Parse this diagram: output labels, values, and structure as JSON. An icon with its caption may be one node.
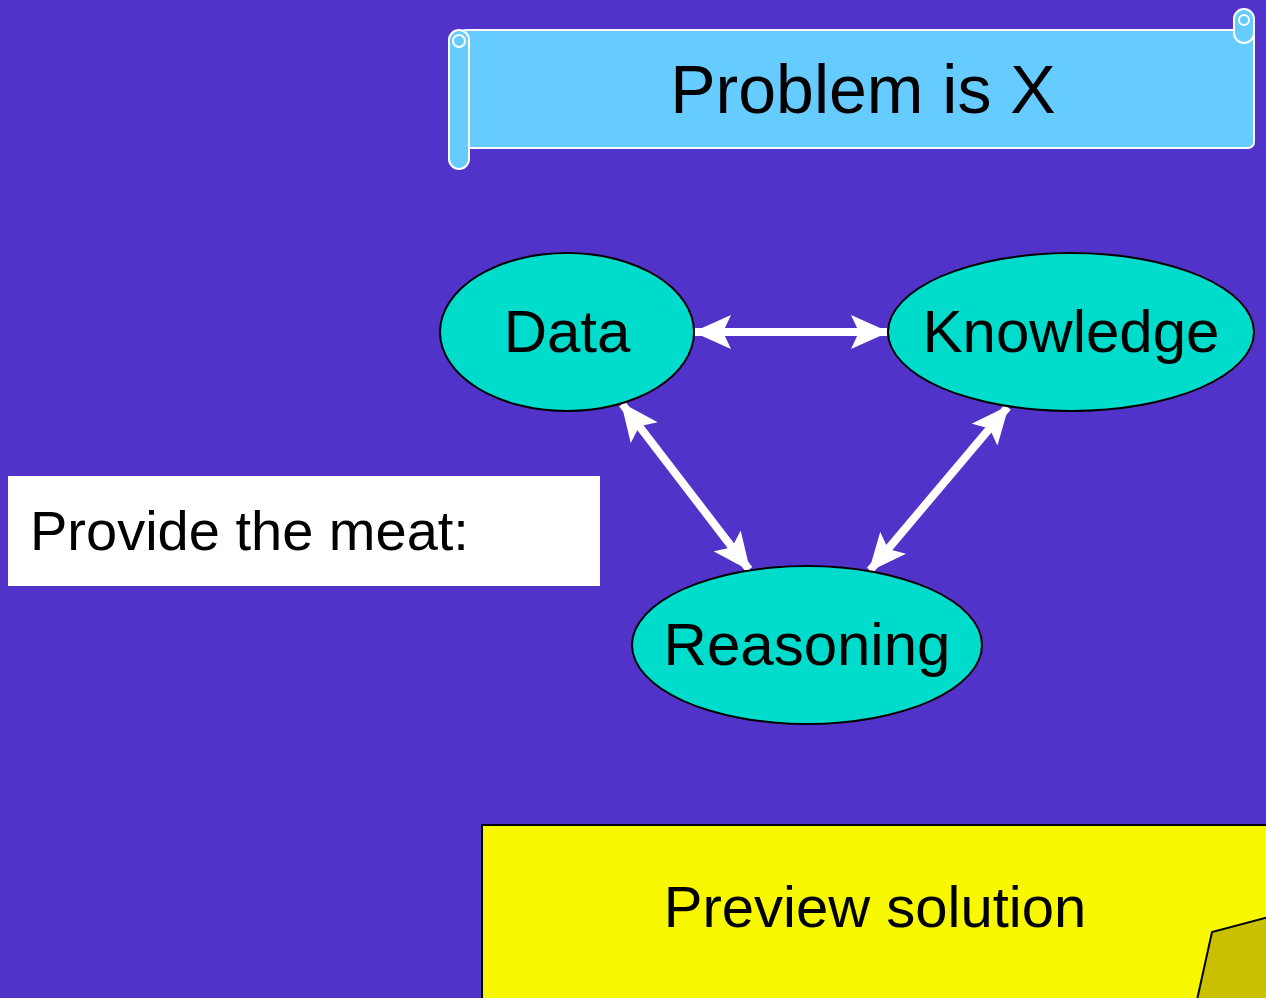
{
  "diagram": {
    "nodes": [
      {
        "text": [
          "Problem is X"
        ]
      },
      {
        "text": [
          "Data"
        ]
      },
      {
        "text": [
          "Knowledge"
        ]
      },
      {
        "text": [
          "Reasoning"
        ]
      },
      {
        "text": [
          "Provide the meat:"
        ]
      },
      {
        "text": [
          "Preview solution"
        ]
      }
    ],
    "edges": [
      {
        "from": 1,
        "to": 2,
        "arrow": "both"
      },
      {
        "from": 1,
        "to": 3,
        "arrow": "both"
      },
      {
        "from": 2,
        "to": 3,
        "arrow": "both"
      }
    ]
  }
}
